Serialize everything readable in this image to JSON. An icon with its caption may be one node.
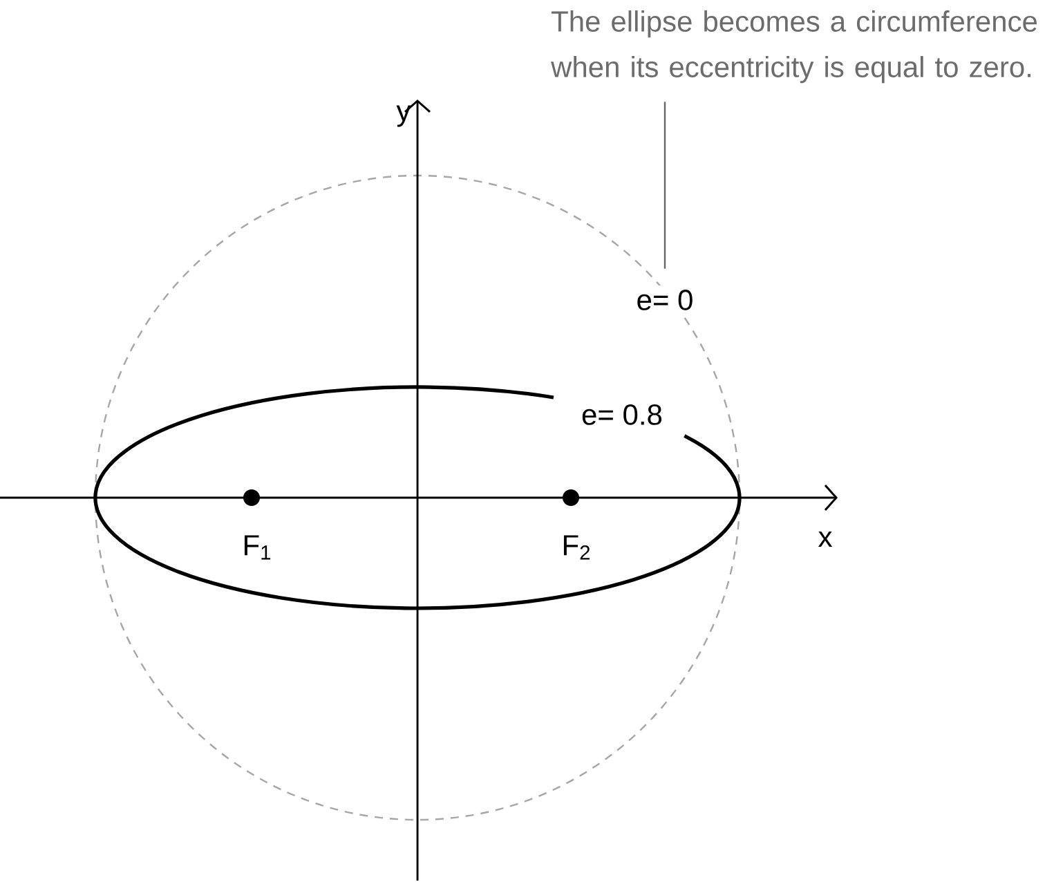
{
  "diagram": {
    "nodes": [
      {
        "text": [
          "The ellipse becomes a circumference when its eccentricity is equal to zero."
        ]
      },
      {
        "text": [
          "e= 0"
        ]
      }
    ],
    "edges": [
      {
        "from": 0,
        "to": 1,
        "arrow": "none"
      }
    ],
    "labels": [
      "y",
      "e= 0.8",
      "F$_{1}$",
      "F$_{2}$",
      "x"
    ]
  }
}
